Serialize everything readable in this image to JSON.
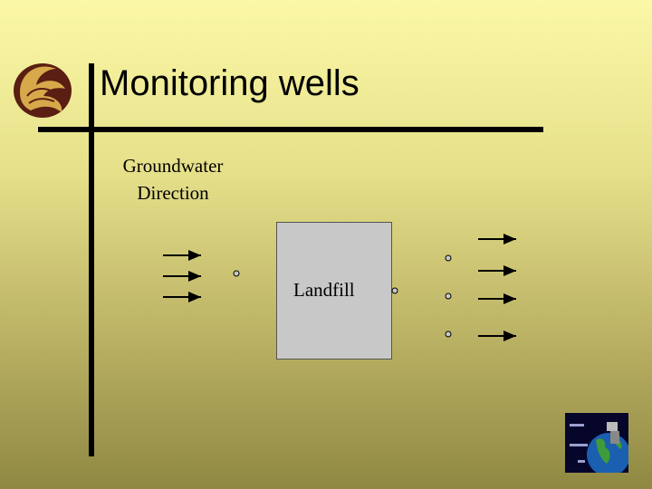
{
  "slide": {
    "title": "Monitoring wells",
    "groundwater_label": [
      "Groundwater",
      "Direction"
    ],
    "landfill_label": "Landfill"
  },
  "colors": {
    "landfill_fill": "#c8c8c8",
    "well_fill": "#c8c8c8",
    "rule": "#000000"
  },
  "icons": {
    "logo": "pegasus-logo-icon",
    "badge": "globe-badge-icon"
  }
}
